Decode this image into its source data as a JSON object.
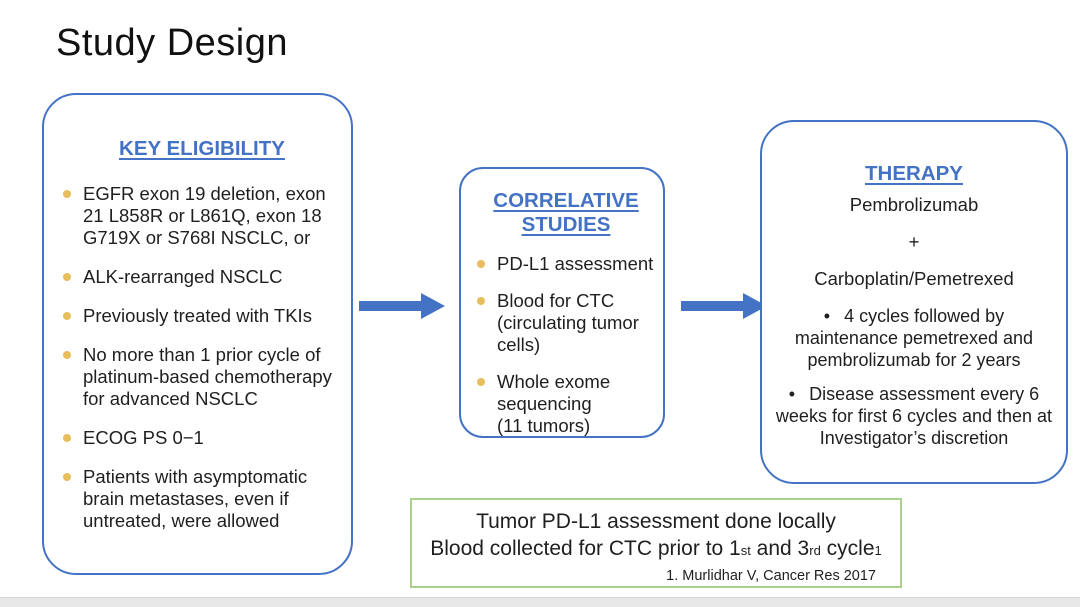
{
  "title": "Study Design",
  "colors": {
    "accent_blue": "#4472C4",
    "bullet_gold": "#E6BE5C",
    "note_green": "#A9D18E",
    "text_color": "#1f1f1f",
    "footer_gray": "#e8e8e8"
  },
  "boxes": {
    "eligibility": {
      "header": "KEY ELIGIBILITY",
      "items": [
        "EGFR exon 19 deletion, exon 21 L858R or L861Q, exon 18 G719X or S768I NSCLC, or",
        "ALK-rearranged NSCLC",
        "Previously treated with TKIs",
        "No more than 1 prior cycle of platinum-based chemotherapy for advanced NSCLC",
        "ECOG PS 0−1",
        "Patients with asymptomatic brain metastases, even if untreated, were allowed"
      ]
    },
    "correlative": {
      "header": "CORRELATIVE STUDIES",
      "items": [
        {
          "lines": [
            "PD-L1 assessment"
          ]
        },
        {
          "lines": [
            "Blood for CTC",
            "(circulating tumor",
            "cells)"
          ]
        },
        {
          "lines": [
            "Whole exome",
            "sequencing",
            "(11 tumors)"
          ]
        }
      ]
    },
    "therapy": {
      "header": "THERAPY",
      "regimen_lines": [
        "Pembrolizumab",
        "+",
        "Carboplatin/Pemetrexed"
      ],
      "bullets": [
        "4 cycles followed by maintenance pemetrexed and pembrolizumab for 2 years",
        "Disease assessment every 6 weeks for first 6 cycles and then at Investigator’s discretion"
      ]
    }
  },
  "note": {
    "line1": "Tumor PD-L1 assessment done locally",
    "line2": {
      "prefix": "Blood collected for CTC prior to 1",
      "sup1": "st",
      "mid": " and 3",
      "sup2": "rd",
      "end": " cycle",
      "ref": "1"
    },
    "citation": "1. Murlidhar V, Cancer Res 2017"
  }
}
